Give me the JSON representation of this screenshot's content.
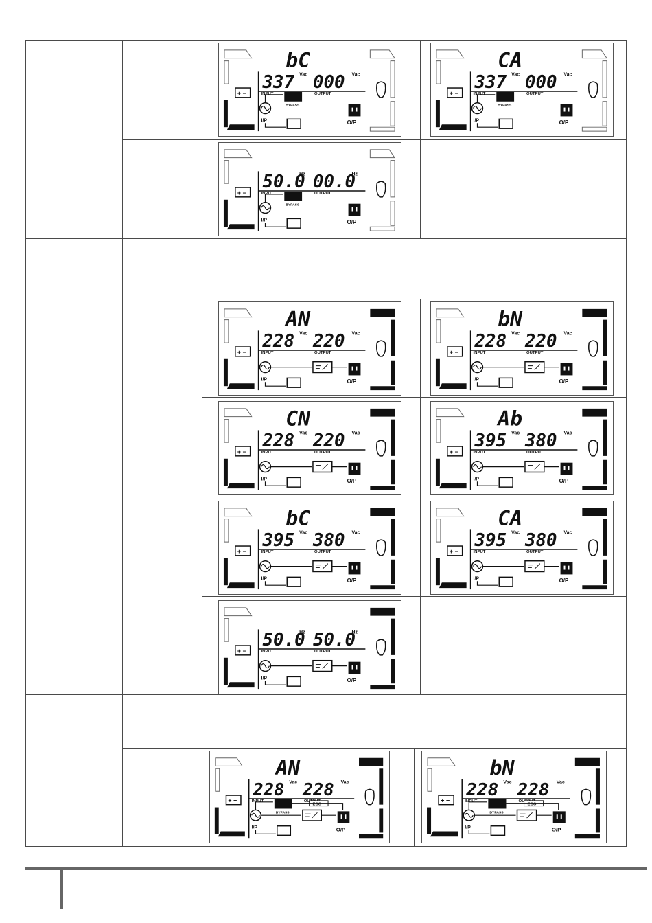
{
  "labels": {
    "unit_vac": "Vac",
    "unit_hz": "Hz",
    "input": "INPUT",
    "output": "OUTPUT",
    "bypass": "BYPASS",
    "eco": "ECO",
    "ip": "I/P",
    "op": "O/P"
  },
  "screens": [
    {
      "id": "s1",
      "top": "bC",
      "left": "337",
      "left_unit": "Vac",
      "right": "000",
      "right_unit": "Vac",
      "mode": "bypass",
      "bars": false
    },
    {
      "id": "s2",
      "top": "CA",
      "left": "337",
      "left_unit": "Vac",
      "right": "000",
      "right_unit": "Vac",
      "mode": "bypass",
      "bars": false
    },
    {
      "id": "s3",
      "top": "",
      "left": "50.0",
      "left_unit": "Hz",
      "right": "00.0",
      "right_unit": "Hz",
      "mode": "bypass",
      "bars": false
    },
    {
      "id": "s4",
      "top": "AN",
      "left": "228",
      "left_unit": "Vac",
      "right": "220",
      "right_unit": "Vac",
      "mode": "inverter",
      "bars": true
    },
    {
      "id": "s5",
      "top": "bN",
      "left": "228",
      "left_unit": "Vac",
      "right": "220",
      "right_unit": "Vac",
      "mode": "inverter",
      "bars": true
    },
    {
      "id": "s6",
      "top": "CN",
      "left": "228",
      "left_unit": "Vac",
      "right": "220",
      "right_unit": "Vac",
      "mode": "inverter",
      "bars": true
    },
    {
      "id": "s7",
      "top": "Ab",
      "left": "395",
      "left_unit": "Vac",
      "right": "380",
      "right_unit": "Vac",
      "mode": "inverter",
      "bars": true
    },
    {
      "id": "s8",
      "top": "bC",
      "left": "395",
      "left_unit": "Vac",
      "right": "380",
      "right_unit": "Vac",
      "mode": "inverter",
      "bars": true
    },
    {
      "id": "s9",
      "top": "CA",
      "left": "395",
      "left_unit": "Vac",
      "right": "380",
      "right_unit": "Vac",
      "mode": "inverter",
      "bars": true
    },
    {
      "id": "s10",
      "top": "",
      "left": "50.0",
      "left_unit": "Hz",
      "right": "50.0",
      "right_unit": "Hz",
      "mode": "inverter",
      "bars": true
    },
    {
      "id": "s11",
      "top": "AN",
      "left": "228",
      "left_unit": "Vac",
      "right": "228",
      "right_unit": "Vac",
      "mode": "eco",
      "bars": true
    },
    {
      "id": "s12",
      "top": "bN",
      "left": "228",
      "left_unit": "Vac",
      "right": "228",
      "right_unit": "Vac",
      "mode": "eco",
      "bars": true
    }
  ]
}
